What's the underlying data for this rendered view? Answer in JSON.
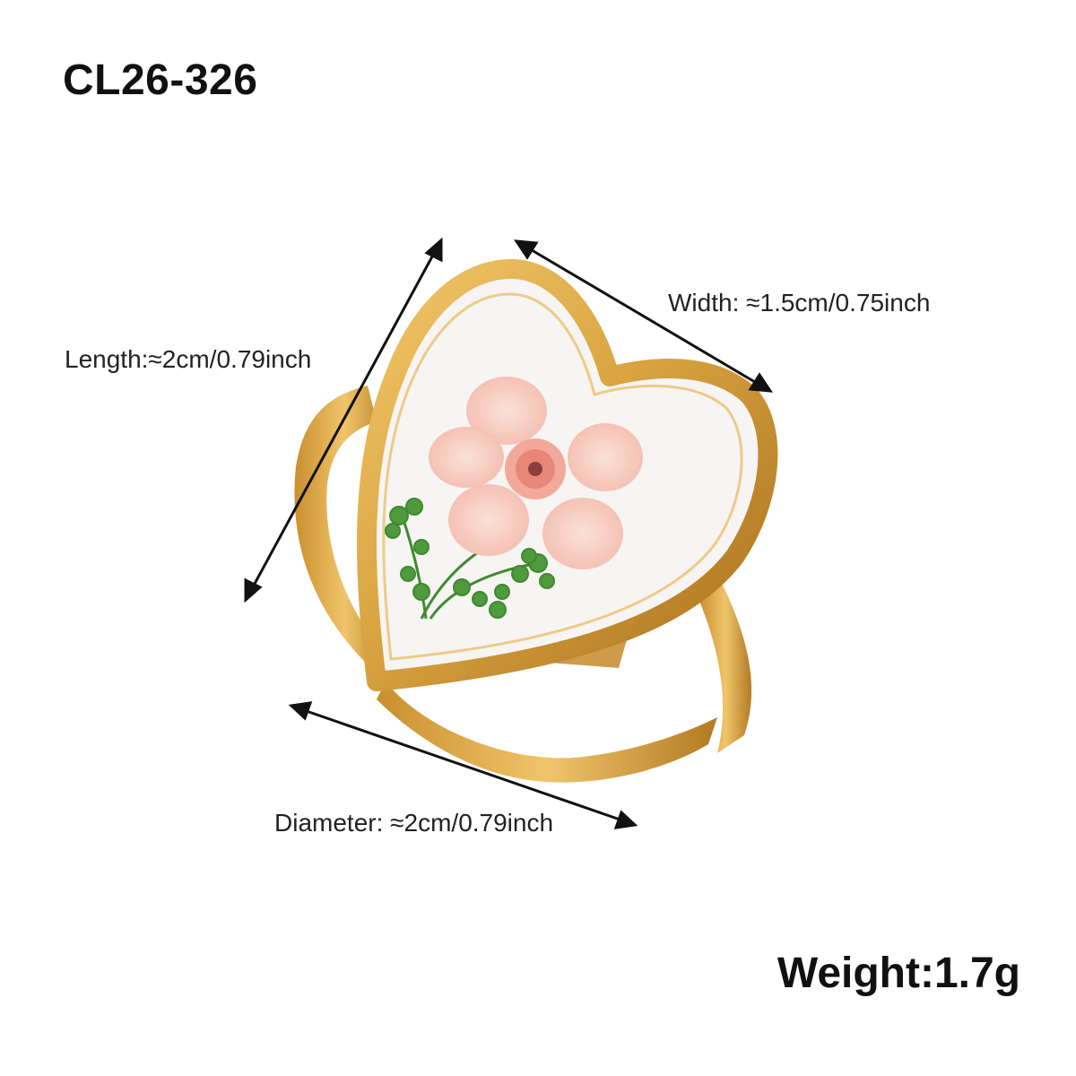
{
  "product": {
    "code": "CL26-326",
    "weight": "Weight:1.7g"
  },
  "dimensions": {
    "length": "Length:≈2cm/0.79inch",
    "width": "Width: ≈1.5cm/0.75inch",
    "diameter": "Diameter: ≈2cm/0.79inch"
  },
  "colors": {
    "gold": "#d9a441",
    "gold_dark": "#b07a22",
    "petal": "#f6c9bd",
    "leaf": "#4f9a3c",
    "arrow": "#111111"
  }
}
